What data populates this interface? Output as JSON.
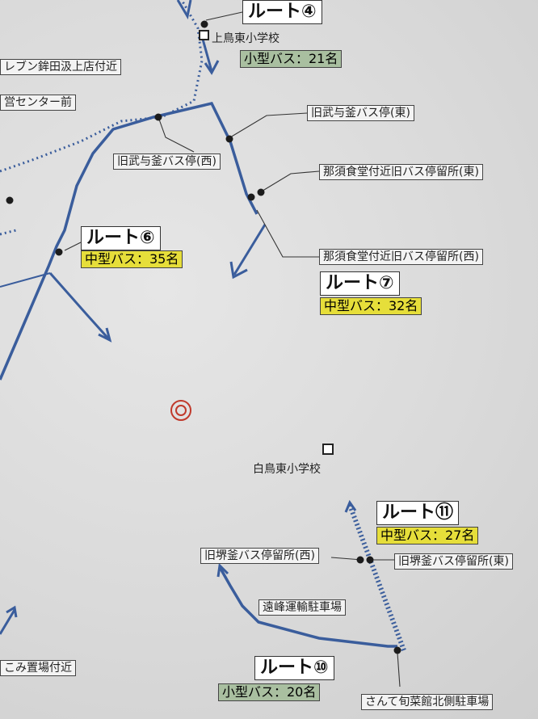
{
  "labels": {
    "eleven_kamata": "レブン鉾田汲上店付近",
    "center_mae": "営センター前",
    "kyu_take_east": "旧武与釜バス停(東)",
    "kyu_take_west": "旧武与釜バス停(西)",
    "nasu_east": "那須食堂付近旧バス停留所(東)",
    "nasu_west": "那須食堂付近旧バス停留所(西)",
    "kyu_sakai_west": "旧堺釜バス停留所(西)",
    "kyu_sakai_east": "旧堺釜バス停留所(東)",
    "enpo_parking": "遠峰運輸駐車場",
    "gomi": "こみ置場付近",
    "sante_parking": "さんて旬菜館北側駐車場",
    "kamitori_school": "上鳥東小学校",
    "shiratori_school": "白鳥東小学校"
  },
  "routes": {
    "r4": {
      "name": "ルート④",
      "capacity": "小型バス：21名"
    },
    "r6": {
      "name": "ルート⑥",
      "capacity": "中型バス：35名"
    },
    "r7": {
      "name": "ルート⑦",
      "capacity": "中型バス：32名"
    },
    "r10": {
      "name": "ルート⑩",
      "capacity": "小型バス：20名"
    },
    "r11": {
      "name": "ルート⑪",
      "capacity": "中型バス：27名"
    }
  },
  "colors": {
    "route_line": "#3a5d9c",
    "dotted_route": "#3a5d9c",
    "stop": "#1c1c1c",
    "target_marker": "#c0392b",
    "capacity_medium": "#e6de3a",
    "capacity_small": "#a9bfa0"
  }
}
